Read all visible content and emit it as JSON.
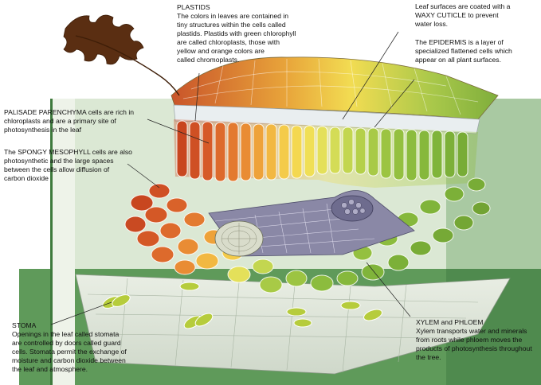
{
  "labels": {
    "plastids": {
      "lines": [
        "PLASTIDS",
        "The colors in leaves are contained in",
        "tiny structures within the cells called",
        "plastids. Plastids with green chlorophyll",
        "are called chloroplasts, those with",
        "yellow and orange colors are",
        "called chromoplasts."
      ]
    },
    "cuticle": {
      "lines": [
        "Leaf surfaces are coated with a",
        "WAXY CUTICLE to prevent",
        "water loss."
      ]
    },
    "epidermis": {
      "lines": [
        "The EPIDERMIS is a layer of",
        "specialized flattened cells which",
        "appear on all plant surfaces."
      ]
    },
    "palisade": {
      "lines": [
        "PALISADE PARENCHYMA cells are rich in",
        "chloroplasts and are a primary site of",
        "photosynthesis in the leaf"
      ]
    },
    "spongy": {
      "lines": [
        "The SPONGY MESOPHYLL cells are also",
        "photosynthetic and the large spaces",
        "between the cells allow diffusion of",
        "carbon dioxide"
      ]
    },
    "stoma": {
      "lines": [
        "STOMA",
        "Openings in the leaf called stomata",
        "are controlled by doors called guard",
        "cells. Stomata permit the exchange of",
        "moisture and carbon dioxide between",
        "the leaf and atmosphere."
      ]
    },
    "xylem": {
      "title": "XYLEM and PHLOEM",
      "lines": [
        "Xylem transports water and minerals",
        "from roots while phloem moves the",
        "products of photosynthesis throughout",
        "the tree."
      ]
    }
  },
  "colors": {
    "panel_green": "#5f9a5a",
    "panel_light": "#b9d4b2",
    "leaf_brown": "#5a2e12",
    "palisade_orange": "#d9652a",
    "palisade_yellow": "#f0d23a",
    "palisade_green": "#9cc23a",
    "vein_purple": "#7a7898"
  },
  "icons": [
    "oak-leaf-icon"
  ]
}
